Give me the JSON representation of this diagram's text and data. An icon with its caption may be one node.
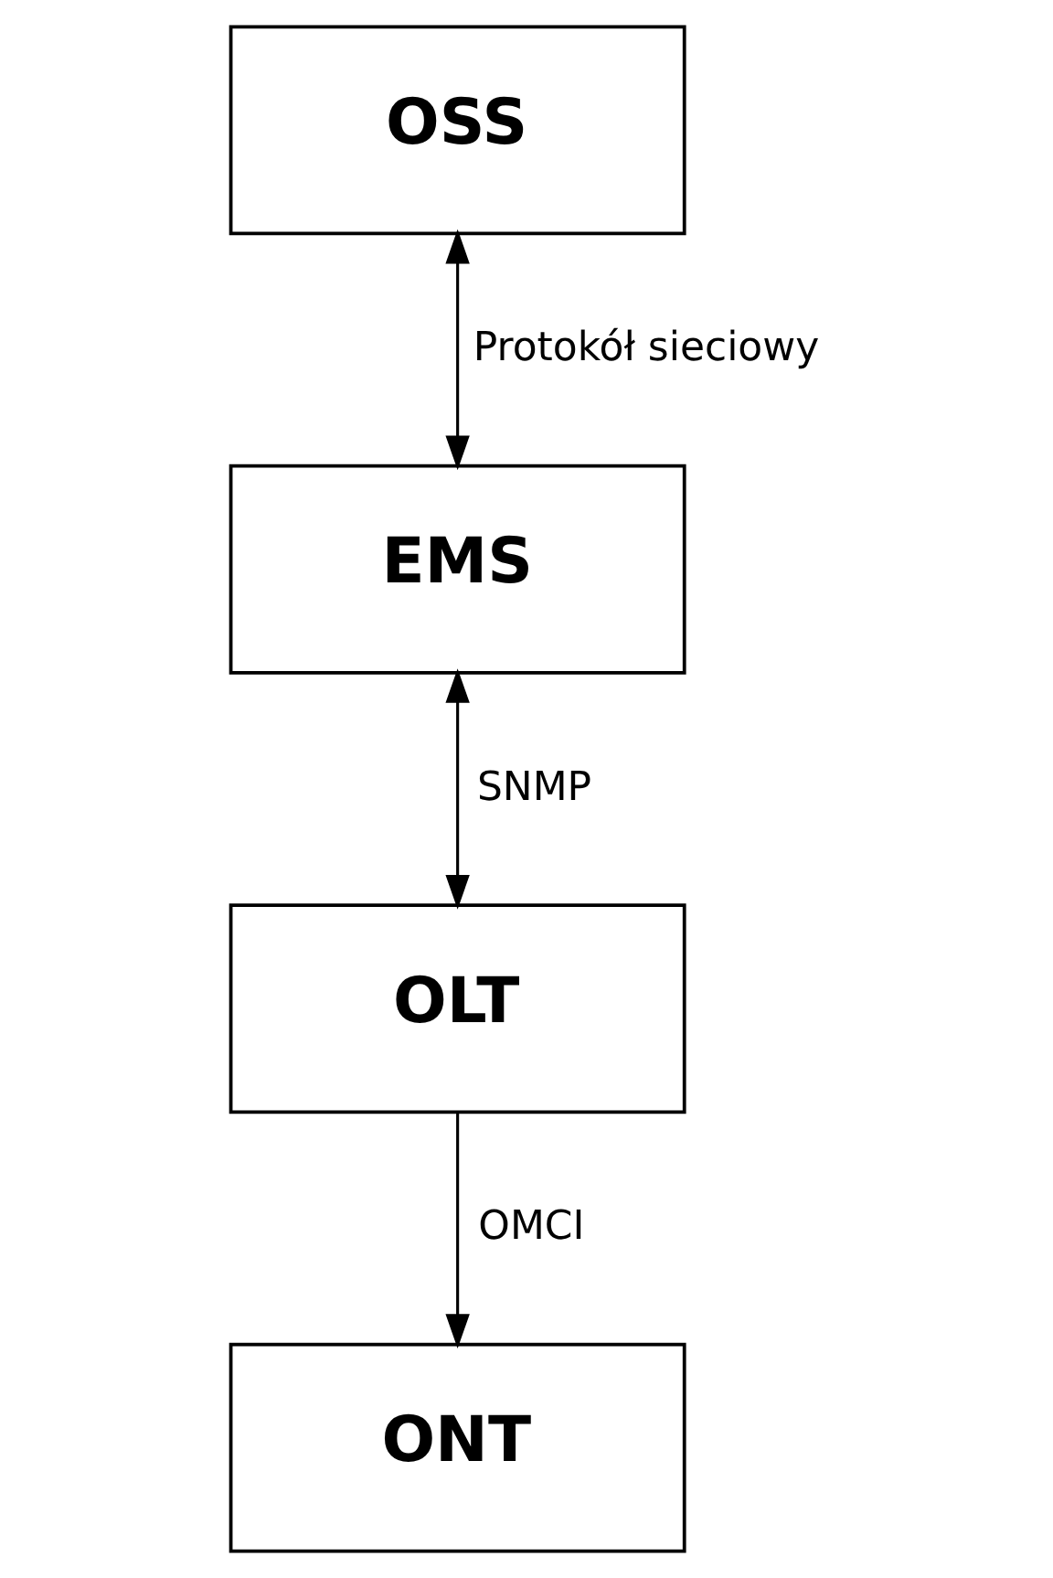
{
  "diagram": {
    "nodes": [
      {
        "text": [
          "OSS"
        ]
      },
      {
        "text": [
          "EMS"
        ]
      },
      {
        "text": [
          "OLT"
        ]
      },
      {
        "text": [
          "ONT"
        ]
      }
    ],
    "edges": [
      {
        "from": 0,
        "to": 1,
        "arrow": "both",
        "label": "Protokół sieciowy"
      },
      {
        "from": 1,
        "to": 2,
        "arrow": "both",
        "label": "SNMP"
      },
      {
        "from": 2,
        "to": 3,
        "arrow": "to",
        "label": "OMCI"
      }
    ]
  }
}
